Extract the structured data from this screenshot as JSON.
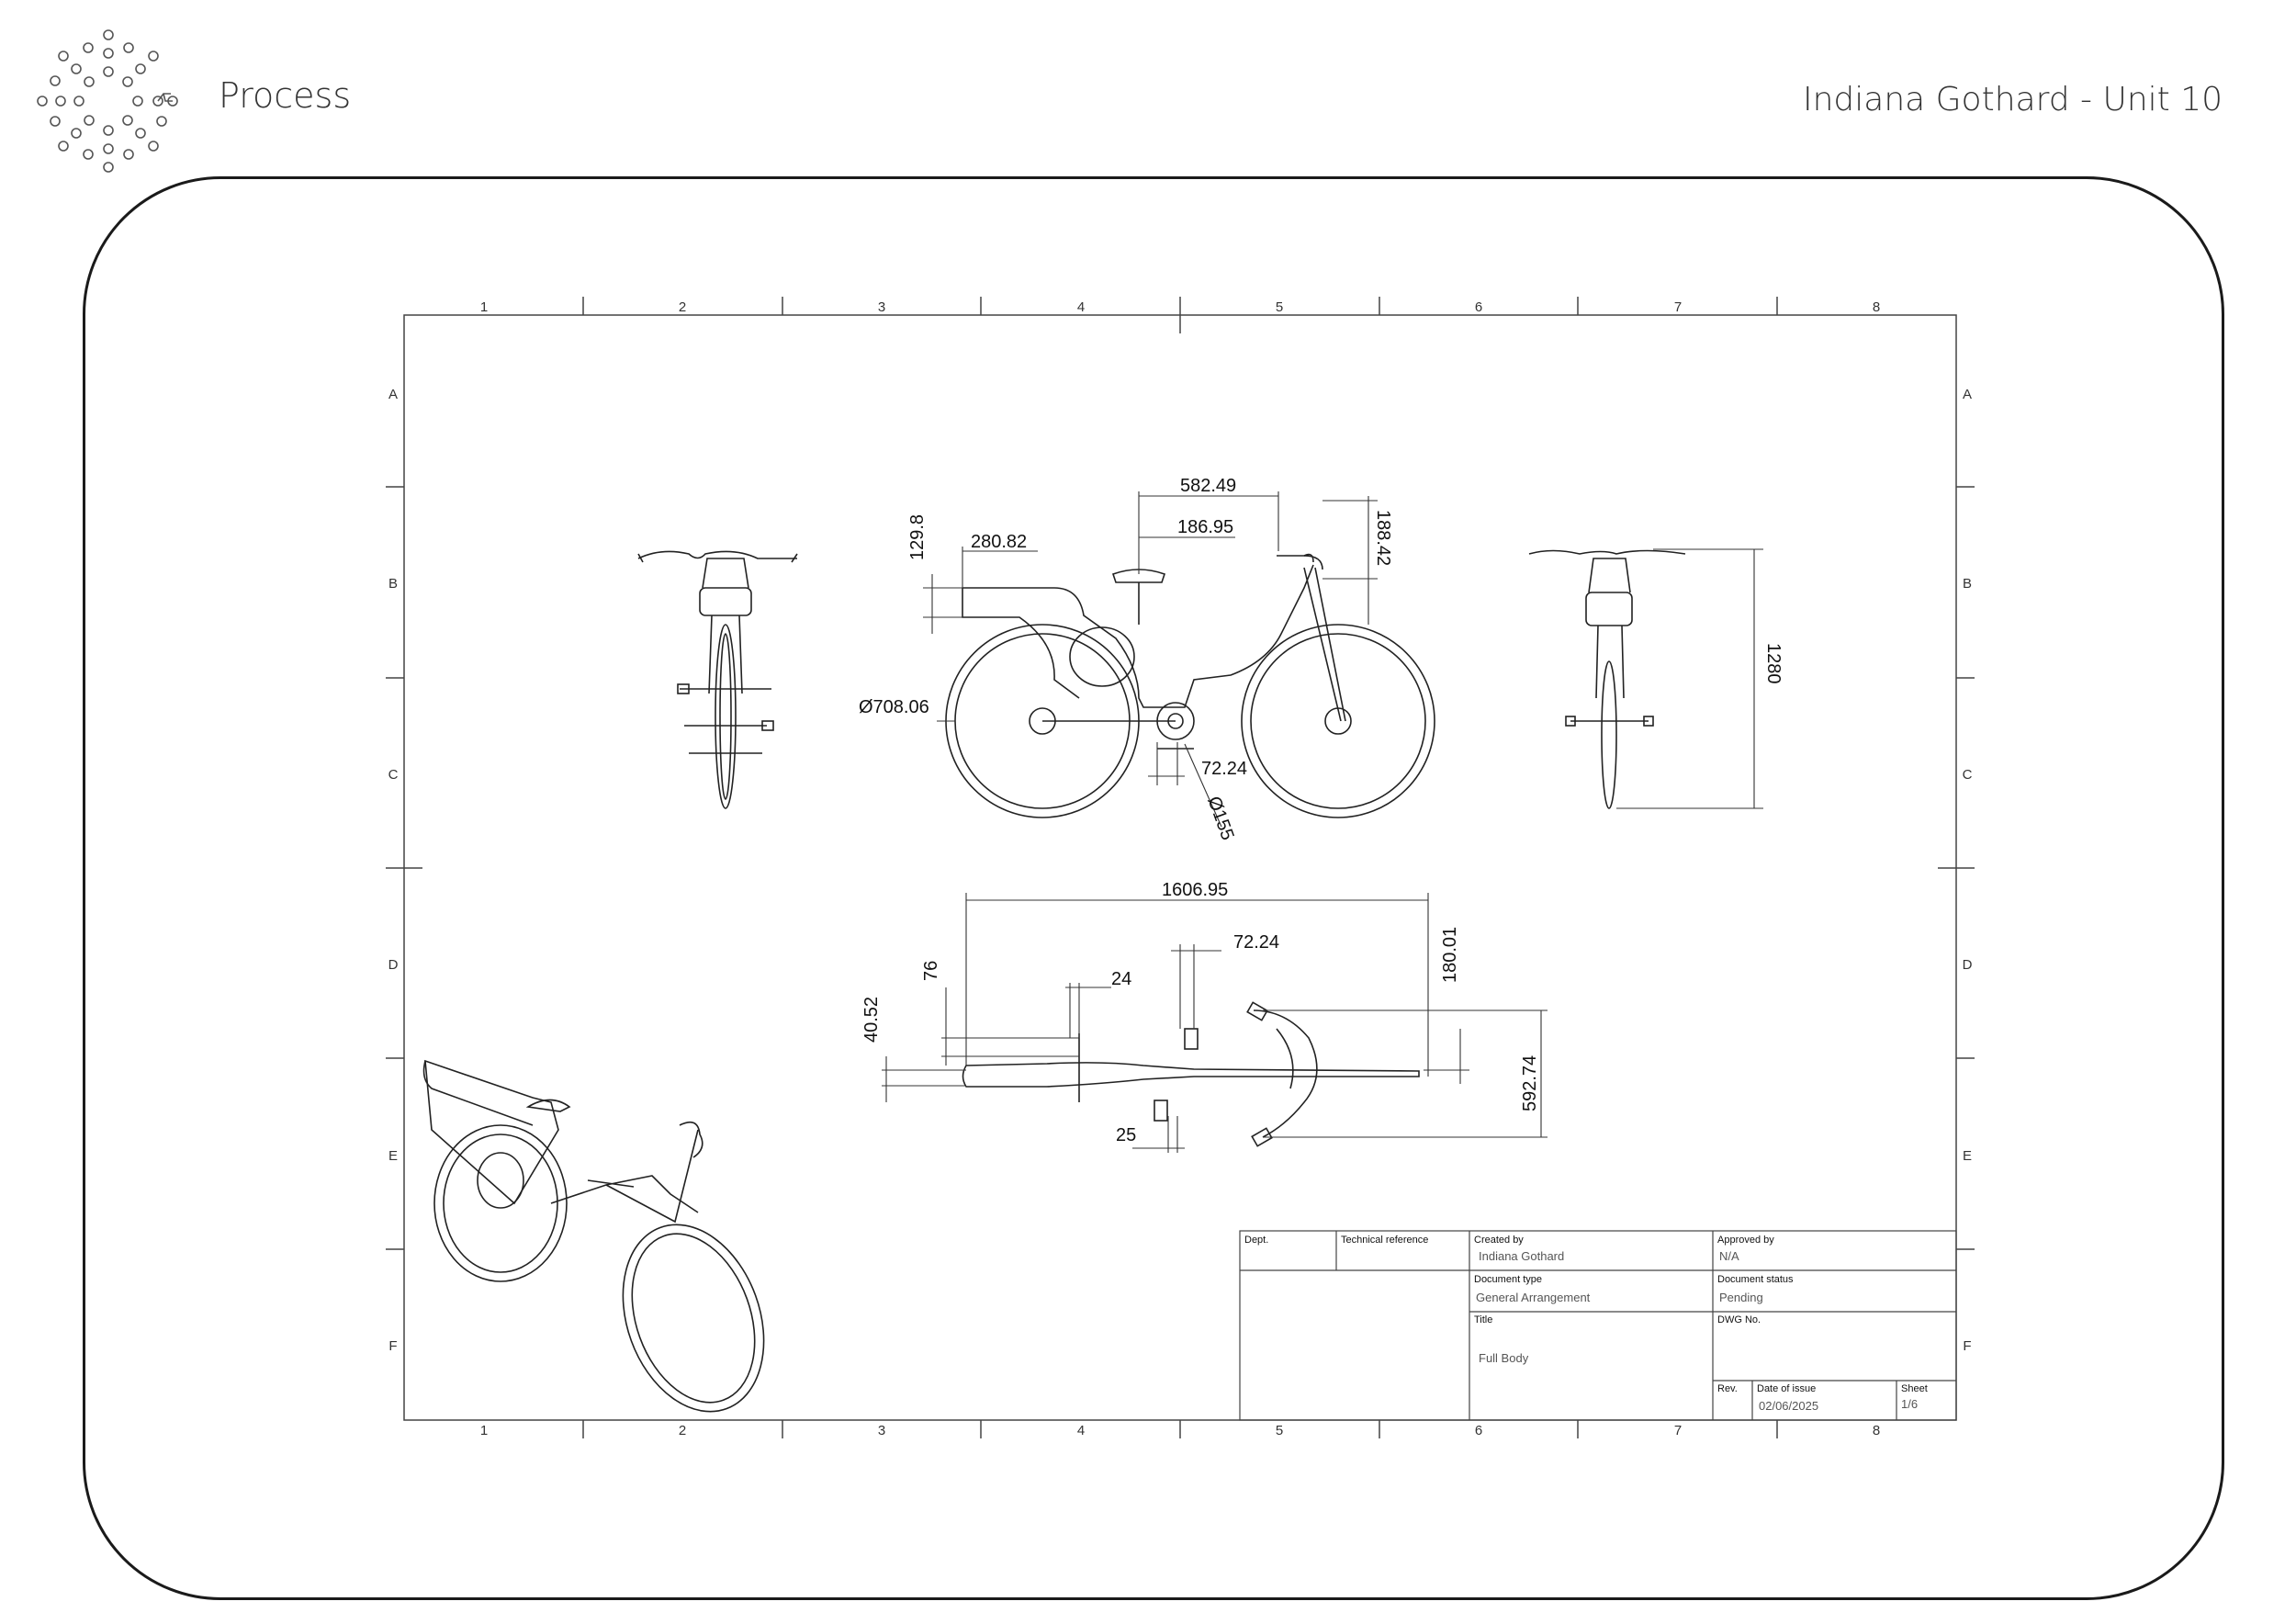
{
  "header": {
    "section_title": "Process",
    "author_unit": "Indiana Gothard - Unit 10"
  },
  "drawing": {
    "columns": [
      "1",
      "2",
      "3",
      "4",
      "5",
      "6",
      "7",
      "8"
    ],
    "rows": [
      "A",
      "B",
      "C",
      "D",
      "E",
      "F"
    ],
    "dimensions": {
      "side_top_length": "582.49",
      "side_seat_offset": "186.95",
      "side_rack_length": "280.82",
      "side_rack_height": "129.8",
      "side_bar_height": "188.42",
      "side_wheel_dia": "Ø708.06",
      "side_crank_offset": "72.24",
      "side_chainring_dia": "Ø155",
      "front_height": "1280",
      "top_overall_length": "1606.95",
      "top_pedal_offset": "72.24",
      "top_post_width": "24",
      "top_pedal_width": "25",
      "top_seat_width": "76",
      "top_rack_width": "40.52",
      "top_bar_offset": "180.01",
      "top_bar_width": "592.74"
    },
    "title_block": {
      "dept_label": "Dept.",
      "techref_label": "Technical reference",
      "created_by_label": "Created by",
      "created_by": "Indiana Gothard",
      "approved_by_label": "Approved by",
      "approved_by": "N/A",
      "doc_type_label": "Document type",
      "doc_type": "General Arrangement",
      "doc_status_label": "Document status",
      "doc_status": "Pending",
      "title_label": "Title",
      "title": "Full Body",
      "dwg_label": "DWG No.",
      "rev_label": "Rev.",
      "date_label": "Date of issue",
      "date": "02/06/2025",
      "sheet_label": "Sheet",
      "sheet": "1/6"
    }
  }
}
